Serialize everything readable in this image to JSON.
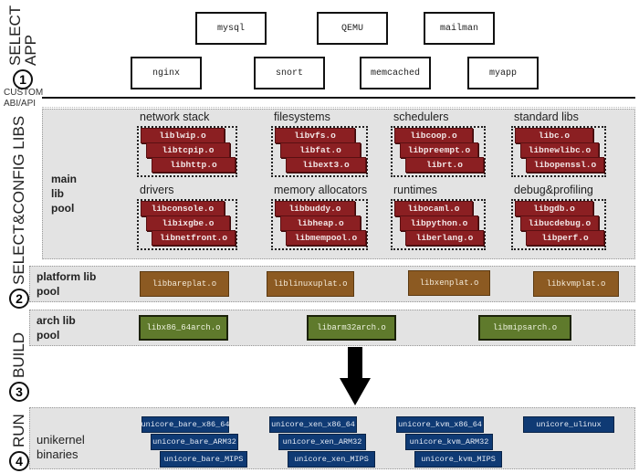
{
  "steps": [
    {
      "number": "1",
      "label": "SELECT APP"
    },
    {
      "number": "2",
      "label": "SELECT&CONFIG LIBS"
    },
    {
      "number": "3",
      "label": "BUILD"
    },
    {
      "number": "4",
      "label": "RUN"
    }
  ],
  "step1_line1": "SELECT",
  "step1_line2": "APP",
  "separator_label_1": "CUSTOM",
  "separator_label_2": "ABI/API",
  "apps": {
    "row1": [
      "mysql",
      "QEMU",
      "mailman"
    ],
    "row2": [
      "nginx",
      "snort",
      "memcached",
      "myapp"
    ]
  },
  "main_pool": {
    "label_lines": [
      "main",
      "lib",
      "pool"
    ],
    "groups": [
      {
        "title": "network stack",
        "libs": [
          "liblwip.o",
          "libtcpip.o",
          "libhttp.o"
        ]
      },
      {
        "title": "filesystems",
        "libs": [
          "libvfs.o",
          "libfat.o",
          "libext3.o"
        ]
      },
      {
        "title": "schedulers",
        "libs": [
          "libcoop.o",
          "libpreempt.o",
          "librt.o"
        ]
      },
      {
        "title": "standard libs",
        "libs": [
          "libc.o",
          "libnewlibc.o",
          "libopenssl.o"
        ]
      },
      {
        "title": "drivers",
        "libs": [
          "libconsole.o",
          "libixgbe.o",
          "libnetfront.o"
        ]
      },
      {
        "title": "memory allocators",
        "libs": [
          "libbuddy.o",
          "libheap.o",
          "libmempool.o"
        ]
      },
      {
        "title": "runtimes",
        "libs": [
          "libocaml.o",
          "libpython.o",
          "liberlang.o"
        ]
      },
      {
        "title": "debug&profiling",
        "libs": [
          "libgdb.o",
          "libucdebug.o",
          "libperf.o"
        ]
      }
    ]
  },
  "platform_pool": {
    "label_lines": [
      "platform lib",
      "pool"
    ],
    "libs": [
      "libbareplat.o",
      "liblinuxuplat.o",
      "libxenplat.o",
      "libkvmplat.o"
    ]
  },
  "arch_pool": {
    "label_lines": [
      "arch lib",
      "pool"
    ],
    "libs": [
      "libx86_64arch.o",
      "libarm32arch.o",
      "libmipsarch.o"
    ]
  },
  "binaries_pool": {
    "label_lines": [
      "unikernel",
      "binaries"
    ],
    "stacks": [
      [
        "unicore_bare_x86_64",
        "unicore_bare_ARM32",
        "unicore_bare_MIPS"
      ],
      [
        "unicore_xen_x86_64",
        "unicore_xen_ARM32",
        "unicore_xen_MIPS"
      ],
      [
        "unicore_kvm_x86_64",
        "unicore_kvm_ARM32",
        "unicore_kvm_MIPS"
      ],
      [
        "unicore_ulinux"
      ]
    ]
  },
  "colors": {
    "main_lib": "#8b1f22",
    "platform_lib": "#8c5a22",
    "arch_lib": "#5f7a2c",
    "binary": "#0f3a74",
    "pool_bg": "#e3e3e3"
  }
}
